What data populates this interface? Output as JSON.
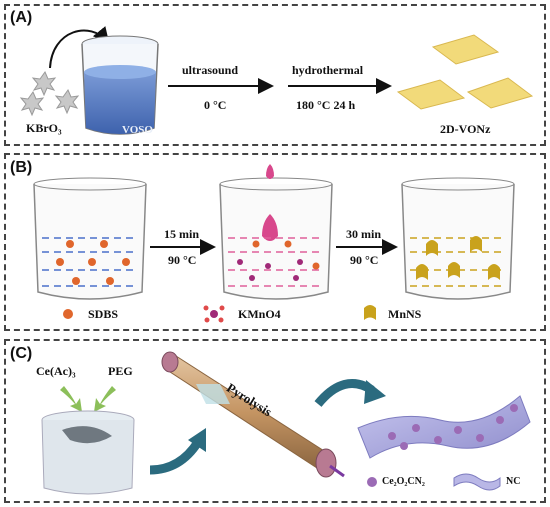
{
  "panel_a": {
    "label": "(A)",
    "reagent": "KBrO₃",
    "beaker_label": "VOSO",
    "step_top": "ultrasound",
    "step_bottom": "0 °C",
    "step2_top": "hydrothermal",
    "step2_bottom": "180 °C 24 h",
    "product": "2D-VONz",
    "colors": {
      "solution": "#5a7fc4",
      "sheet": "#f2da7a",
      "crystal": "#c9c9c9"
    }
  },
  "panel_b": {
    "label": "(B)",
    "step1_top": "15 min",
    "step1_bottom": "90 °C",
    "step2_top": "30 min",
    "step2_bottom": "90 °C",
    "legend": [
      {
        "icon": "sdbs-icon",
        "label": "SDBS",
        "color": "#e0662c"
      },
      {
        "icon": "kmno4-icon",
        "label": "KMnO4",
        "color": "#a02a78"
      },
      {
        "icon": "mnns-icon",
        "label": "MnNS",
        "color": "#c9a21c"
      }
    ]
  },
  "panel_c": {
    "label": "(C)",
    "reagent1": "Ce(Ac)₃",
    "reagent2": "PEG",
    "process": "Pyrolysis",
    "legend": [
      {
        "icon": "ce-particle-icon",
        "label": "Ce₂O₂CN₂",
        "color": "#9b6bb5"
      },
      {
        "icon": "nc-sheet-icon",
        "label": "NC",
        "color": "#b9b7e6"
      }
    ],
    "colors": {
      "arrow": "#2b6b7f",
      "tube": "#c9a27a",
      "sheet": "#aeaee0"
    }
  }
}
